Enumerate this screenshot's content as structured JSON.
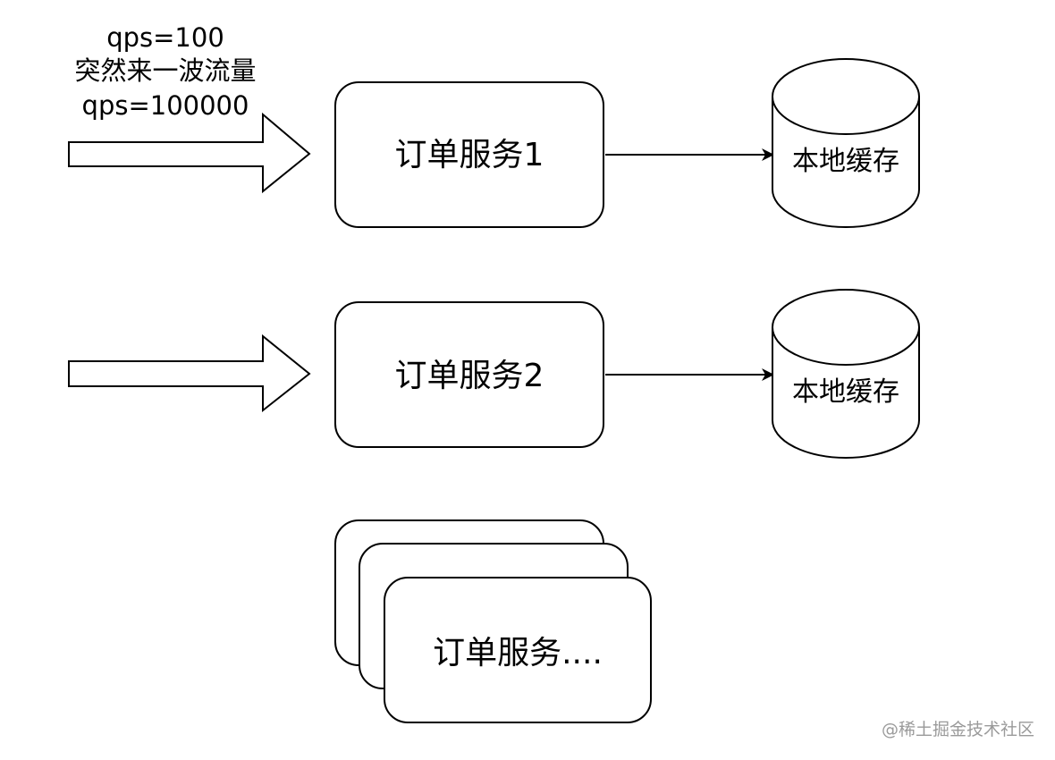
{
  "traffic_label": {
    "line1": "qps=100",
    "line2": "突然来一波流量",
    "line3": "qps=100000"
  },
  "services": [
    {
      "label": "订单服务1"
    },
    {
      "label": "订单服务2"
    },
    {
      "label": "订单服务...."
    }
  ],
  "caches": [
    {
      "label": "本地缓存"
    },
    {
      "label": "本地缓存"
    }
  ],
  "watermark": {
    "text": "@稀土掘金技术社区"
  },
  "colors": {
    "stroke": "#000000",
    "fill": "#ffffff",
    "watermark": "#e6e6e6",
    "footer_text": "#9a9a9a"
  }
}
